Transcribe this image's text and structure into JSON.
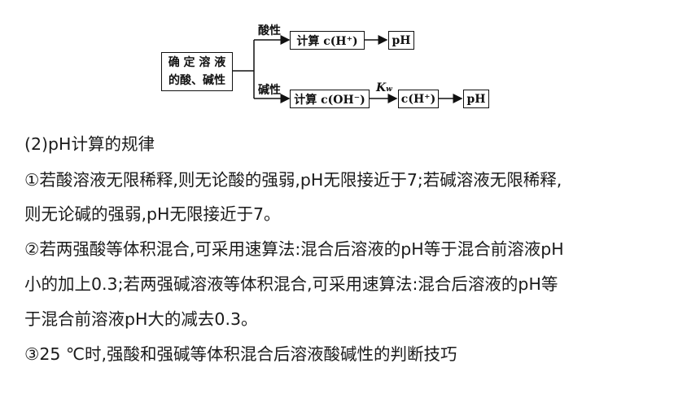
{
  "flowchart": {
    "start_line1": "确 定 溶 液",
    "start_line2": "的酸、碱性",
    "acid_label": "酸性",
    "base_label": "碱性",
    "calc_h": "计算 c(H⁺)",
    "calc_oh": "计算 c(OH⁻)",
    "ph_top": "pH",
    "kw_main": "K",
    "kw_sub": "w",
    "c_h": "c(H⁺)",
    "ph_bottom": "pH"
  },
  "text": {
    "heading": "(2)pH计算的规律",
    "rule1_line1": "①若酸溶液无限稀释,则无论酸的强弱,pH无限接近于7;若碱溶液无限稀释,",
    "rule1_line2": "则无论碱的强弱,pH无限接近于7。",
    "rule2_line1": "②若两强酸等体积混合,可采用速算法:混合后溶液的pH等于混合前溶液pH",
    "rule2_line2": "小的加上0.3;若两强碱溶液等体积混合,可采用速算法:混合后溶液的pH等",
    "rule2_line3": "于混合前溶液pH大的减去0.3。",
    "rule3_line1": "③25 ℃时,强酸和强碱等体积混合后溶液酸碱性的判断技巧"
  }
}
